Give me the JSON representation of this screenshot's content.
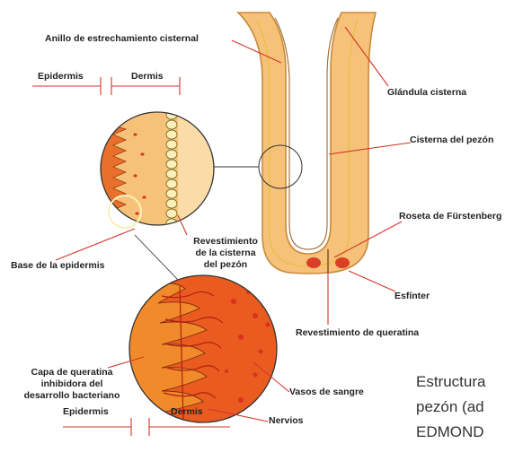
{
  "labels": {
    "anillo": "Anillo de estrechamiento cisternal",
    "glandula": "Glándula cisterna",
    "cisterna": "Cisterna del pezón",
    "roseta": "Roseta de Fürstenberg",
    "esfinter": "Esfínter",
    "queratina": "Revestimiento de queratina",
    "revestimiento_1": "Revestimiento",
    "revestimiento_2": "de la cisterna",
    "revestimiento_3": "del pezón",
    "base_epidermis": "Base de la epidermis",
    "capa_1": "Capa de queratina",
    "capa_2": "inhibidora del",
    "capa_3": "desarrollo bacteriano",
    "vasos": "Vasos de sangre",
    "nervios": "Nervios",
    "epidermis_top": "Epidermis",
    "dermis_top": "Dermis",
    "epidermis_bottom": "Epidermis",
    "dermis_bottom": "Dermis"
  },
  "caption": {
    "line1": "Estructura",
    "line2": "pezón (ad",
    "line3": "EDMOND"
  },
  "colors": {
    "tissue": "#f6c27a",
    "inner_wall": "#fbdca6",
    "epidermis": "#e8702a",
    "red": "#d9301f",
    "dark_red": "#b01f12",
    "dermis_circle": "#ea5b20",
    "yellow_cells": "#fbf1b8"
  }
}
